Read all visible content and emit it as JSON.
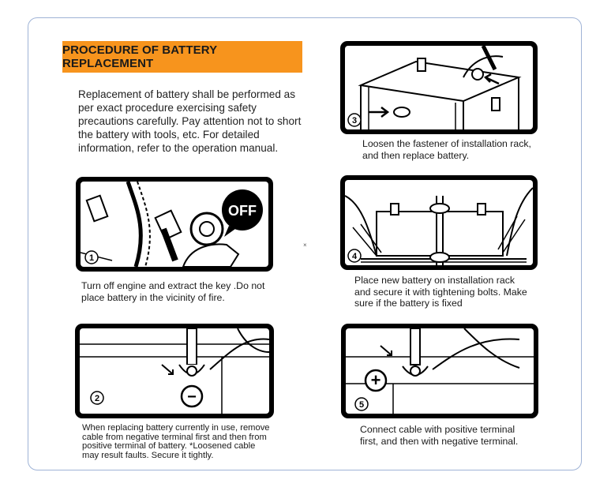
{
  "title": "PROCEDURE OF BATTERY REPLACEMENT",
  "intro": "Replacement of battery shall be performed as per exact procedure exercising safety precautions carefully. Pay attention not to short the battery with tools, etc. For detailed information, refer to the operation manual.",
  "steps": [
    {
      "number": "1",
      "badge": "OFF",
      "caption": "Turn off engine and extract the key .Do not place battery in the vicinity of fire."
    },
    {
      "number": "2",
      "symbol": "−",
      "caption": "When replacing battery currently in use, remove cable from negative terminal first and then from positive terminal of battery. *Loosened cable may result faults. Secure it tightly."
    },
    {
      "number": "3",
      "caption": "Loosen the fastener of installation rack, and then replace battery."
    },
    {
      "number": "4",
      "caption": "Place new battery on installation rack and secure it with tightening bolts. Make sure if the battery is fixed"
    },
    {
      "number": "5",
      "symbol": "+",
      "caption": "Connect cable with positive terminal first, and then with negative terminal."
    }
  ]
}
